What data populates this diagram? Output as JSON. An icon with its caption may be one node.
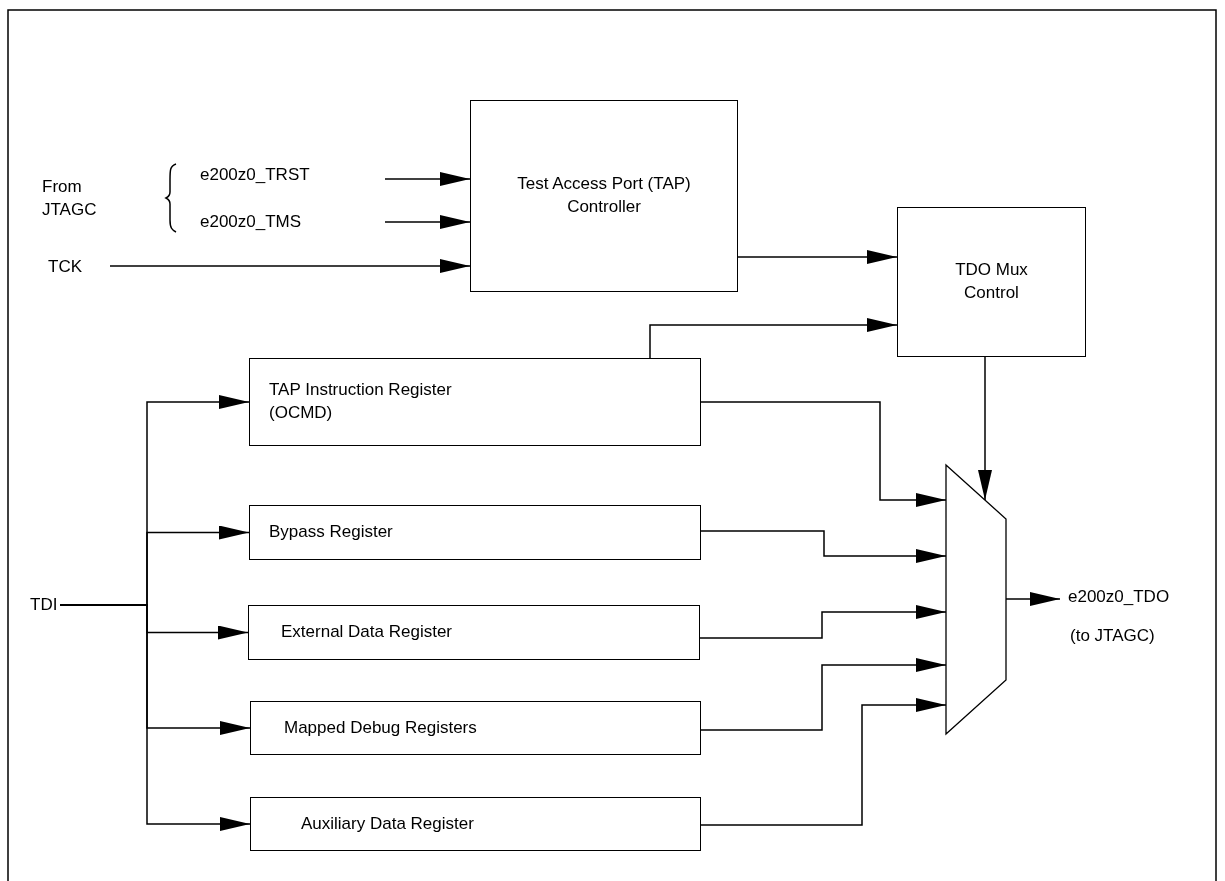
{
  "diagram": {
    "nodes": [
      {
        "text": [
          "e200z0_TRST"
        ]
      },
      {
        "text": [
          "e200z0_TMS"
        ]
      },
      {
        "text": [
          "TCK"
        ]
      },
      {
        "text": [
          "Test Access Port (TAP) Controller"
        ]
      },
      {
        "text": [
          "TDO Mux Control"
        ]
      },
      {
        "text": [
          "TDI"
        ]
      },
      {
        "text": [
          "TAP Instruction Register (OCMD)"
        ]
      },
      {
        "text": [
          "Bypass Register"
        ]
      },
      {
        "text": [
          "External Data Register"
        ]
      },
      {
        "text": [
          "Mapped Debug Registers"
        ]
      },
      {
        "text": [
          "Auxiliary Data Register"
        ]
      },
      {
        "text": [],
        "shape": "trapezoid"
      },
      {
        "text": [
          "e200z0_TDO",
          "(to JTAGC)"
        ]
      }
    ],
    "edges": [
      {
        "from": 0,
        "to": 3,
        "arrow": "to"
      },
      {
        "from": 1,
        "to": 3,
        "arrow": "to"
      },
      {
        "from": 2,
        "to": 3,
        "arrow": "to"
      },
      {
        "from": 3,
        "to": 4,
        "arrow": "to"
      },
      {
        "from": 6,
        "to": 4,
        "arrow": "to"
      },
      {
        "from": 4,
        "to": 11,
        "arrow": "to"
      },
      {
        "from": 5,
        "to": 6,
        "arrow": "to"
      },
      {
        "from": 5,
        "to": 7,
        "arrow": "to"
      },
      {
        "from": 5,
        "to": 8,
        "arrow": "to"
      },
      {
        "from": 5,
        "to": 9,
        "arrow": "to"
      },
      {
        "from": 5,
        "to": 10,
        "arrow": "to"
      },
      {
        "from": 6,
        "to": 11,
        "arrow": "to"
      },
      {
        "from": 7,
        "to": 11,
        "arrow": "to"
      },
      {
        "from": 8,
        "to": 11,
        "arrow": "to"
      },
      {
        "from": 9,
        "to": 11,
        "arrow": "to"
      },
      {
        "from": 10,
        "to": 11,
        "arrow": "to"
      },
      {
        "from": 11,
        "to": 12,
        "arrow": "to"
      }
    ],
    "labels": [
      "From JTAGC"
    ]
  }
}
